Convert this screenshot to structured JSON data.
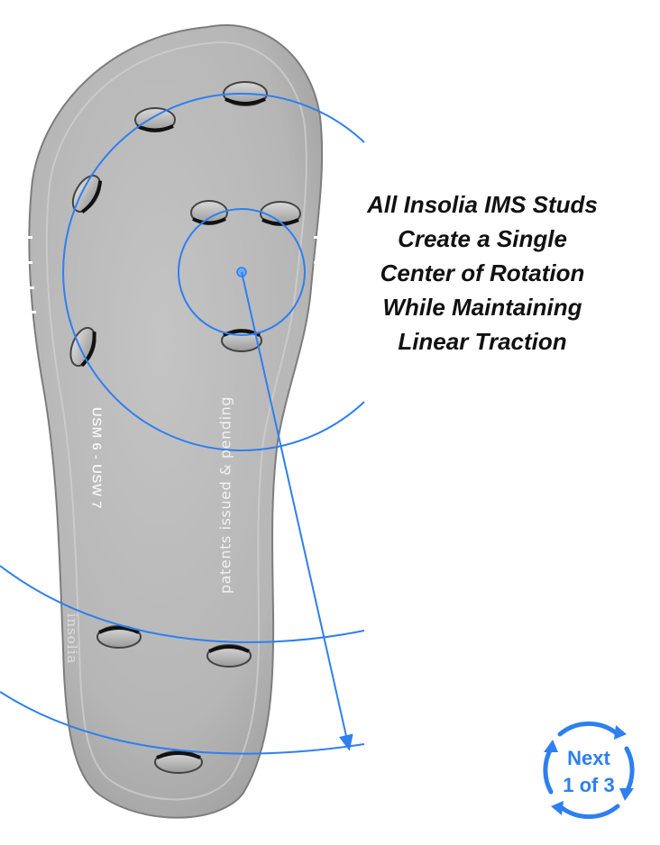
{
  "headline": {
    "lines": [
      "All Insolia IMS Studs",
      "Create a Single",
      "Center of Rotation",
      "While Maintaining",
      "Linear Traction"
    ]
  },
  "insole": {
    "size_label": "USM 6 - USW 7",
    "patent_label": "patents issued & pending",
    "brand_mark": "insolia"
  },
  "next_button": {
    "label": "Next",
    "progress": "1 of 3"
  },
  "colors": {
    "accent_blue": "#2e7ff0",
    "insole_gray": "#b5b5b5",
    "headline_text": "#111111"
  }
}
